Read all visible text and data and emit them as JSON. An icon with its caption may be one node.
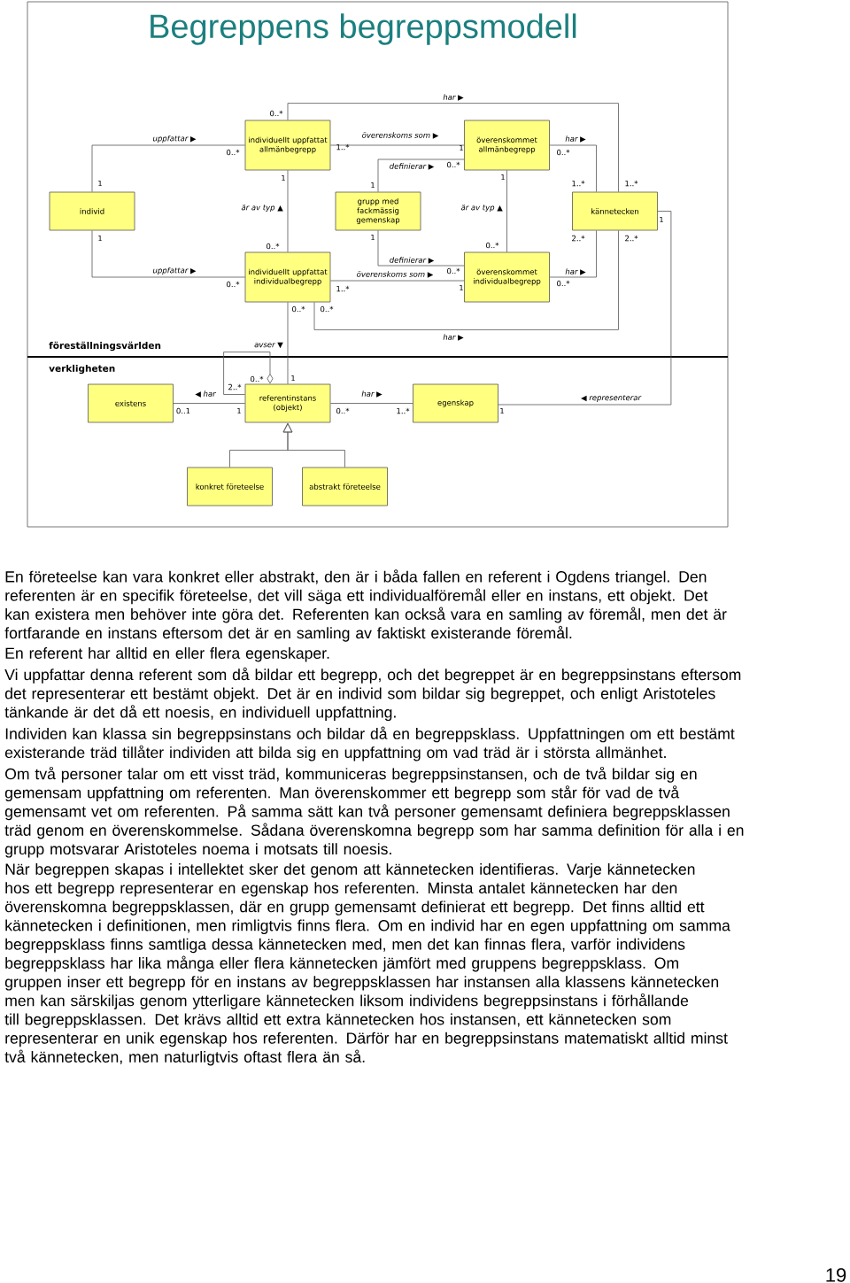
{
  "diagram": {
    "title": "Begreppens begreppsmodell",
    "nodes": [
      {
        "text": [
          "individ"
        ]
      },
      {
        "text": [
          "individuellt uppfattat allmänbegrepp"
        ]
      },
      {
        "text": [
          "grupp med fackmässig gemenskap"
        ]
      },
      {
        "text": [
          "överenskommet allmänbegrepp"
        ]
      },
      {
        "text": [
          "kännetecken"
        ]
      },
      {
        "text": [
          "individuellt uppfattat individualbegrepp"
        ]
      },
      {
        "text": [
          "överenskommet individualbegrepp"
        ]
      },
      {
        "text": [
          "existens"
        ]
      },
      {
        "text": [
          "referentinstans (objekt)"
        ]
      },
      {
        "text": [
          "egenskap"
        ]
      },
      {
        "text": [
          "konkret företeelse"
        ]
      },
      {
        "text": [
          "abstrakt företeelse"
        ]
      }
    ],
    "edges": [
      {
        "from": 0,
        "to": 1,
        "arrow": "none",
        "label": "uppfattar ▶"
      },
      {
        "from": 0,
        "to": 5,
        "arrow": "none",
        "label": "uppfattar ▶"
      },
      {
        "from": 1,
        "to": 5,
        "arrow": "none",
        "label": "är av typ ▲"
      },
      {
        "from": 1,
        "to": 3,
        "arrow": "none",
        "label": "överenskoms som ▶"
      },
      {
        "from": 2,
        "to": 3,
        "arrow": "none",
        "label": "definierar ▶"
      },
      {
        "from": 2,
        "to": 6,
        "arrow": "none",
        "label": "definierar ▶"
      },
      {
        "from": 5,
        "to": 6,
        "arrow": "none",
        "label": "överenskoms som ▶"
      },
      {
        "from": 3,
        "to": 6,
        "arrow": "none",
        "label": "är av typ ▲"
      },
      {
        "from": 3,
        "to": 4,
        "arrow": "none",
        "label": "har ▶"
      },
      {
        "from": 6,
        "to": 4,
        "arrow": "none",
        "label": "har ▶"
      },
      {
        "from": 1,
        "to": 4,
        "arrow": "none",
        "label": "har ▶"
      },
      {
        "from": 5,
        "to": 4,
        "arrow": "none",
        "label": "har ▶"
      },
      {
        "from": 5,
        "to": 8,
        "arrow": "none",
        "label": "avser ▼"
      },
      {
        "from": 8,
        "to": 8,
        "arrow": "other"
      },
      {
        "from": 7,
        "to": 8,
        "arrow": "none",
        "label": "◀ har"
      },
      {
        "from": 8,
        "to": 9,
        "arrow": "none",
        "label": "har ▶"
      },
      {
        "from": 9,
        "to": 4,
        "arrow": "none",
        "label": "◀ representerar"
      },
      {
        "from": 10,
        "to": 8,
        "arrow": "to"
      },
      {
        "from": 11,
        "to": 8,
        "arrow": "to"
      }
    ],
    "labels": [
      "0..*",
      "0..*",
      "1",
      "1",
      "1..*",
      "1",
      "0..*",
      "0..*",
      "1",
      "1",
      "1..*",
      "1..*",
      "1",
      "1",
      "1",
      "0..*",
      "0..*",
      "2..*",
      "2..*",
      "0..*",
      "1",
      "0..*",
      "1..*",
      "0..*",
      "0..*",
      "0..*",
      "föreställningsvärlden",
      "verkligheten",
      "0..*",
      "1",
      "2..*",
      "0..1",
      "1",
      "0..*",
      "1..*",
      "1",
      "En företeelse kan vara konkret eller abstrakt, den är i båda fallen en referent i Ogdens triangel. Den referenten är en specifik företeelse, det vill säga ett individualföremål eller en instans, ett objekt. Det kan existera men behöver inte göra det. Referenten kan också vara en samling av föremål, men det är fortfarande en instans eftersom det är en samling av faktiskt existerande föremål.",
      "En referent har alltid en eller flera egenskaper.",
      "Vi uppfattar denna referent som då bildar ett begrepp, och det begreppet är en begreppsinstans eftersom det representerar ett bestämt objekt. Det är en individ som bildar sig begreppet, och enligt Aristoteles tänkande är det då ett noesis, en individuell uppfattning.",
      "Individen kan klassa sin begreppsinstans och bildar då en begreppsklass. Uppfattningen om ett bestämt existerande träd tillåter individen att bilda sig en uppfattning om vad träd är i största allmänhet.",
      "Om två personer talar om ett visst träd, kommuniceras begreppsinstansen, och de två bildar sig en gemensam uppfattning om referenten. Man överenskommer ett begrepp som står för vad de två gemensamt vet om referenten. På samma sätt kan två personer gemensamt definiera begreppsklassen träd genom en överenskommelse. Sådana överenskomna begrepp som har samma definition för alla i en grupp motsvarar Aristoteles noema i motsats till noesis.",
      "När begreppen skapas i intellektet sker det genom att kännetecken identifieras. Varje kännetecken hos ett begrepp representerar en egenskap hos referenten. Minsta antalet kännetecken har den överenskomna begreppsklassen, där en grupp gemensamt definierat ett begrepp. Det finns alltid ett kännetecken i definitionen, men rimligtvis finns flera. Om en individ har en egen uppfattning om samma begreppsklass finns samtliga dessa kännetecken med, men det kan finnas flera, varför individens begreppsklass har lika många eller flera kännetecken jämfört med gruppens begreppsklass. Om gruppen inser ett begrepp för en instans av begreppsklassen har instansen alla klassens kännetecken men kan särskiljas genom ytterligare kännetecken liksom individens begreppsinstans i förhållande till begreppsklassen. Det krävs alltid ett extra kännetecken hos instansen, ett kännetecken som representerar en unik egenskap hos referenten. Därför har en begreppsinstans matematiskt alltid minst två kännetecken, men naturligtvis oftast flera än så.",
      "19"
    ]
  }
}
